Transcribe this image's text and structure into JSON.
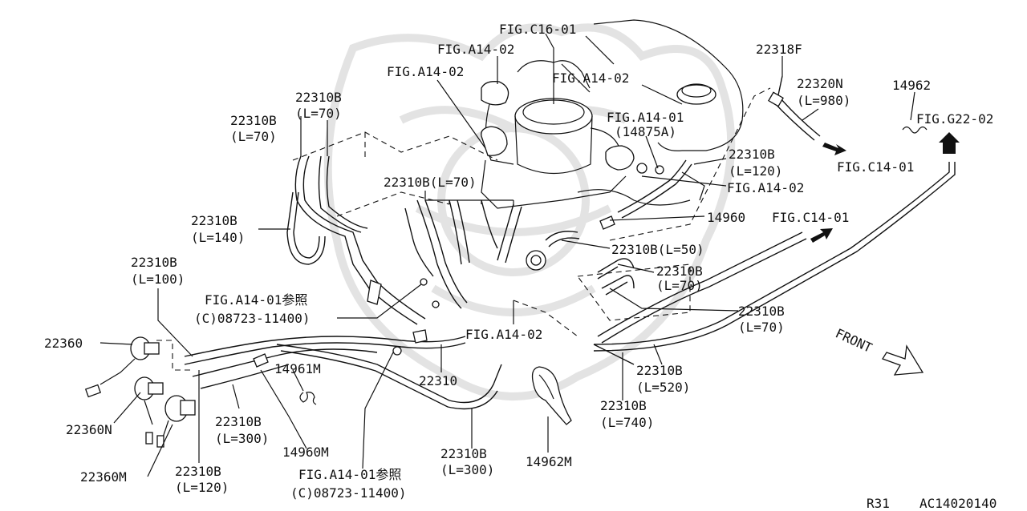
{
  "labels": {
    "fig_c16_01": "FIG.C16-01",
    "fig_a14_02_a": "FIG.A14-02",
    "fig_a14_02_b": "FIG.A14-02",
    "fig_a14_02_c": "FIG.A14-02",
    "fig_a14_01": "FIG.A14-01",
    "p14875a": "(14875A)",
    "p22318f": "22318F",
    "p22320n": "22320N",
    "l980": "(L=980)",
    "p14962": "14962",
    "fig_g22_02": "FIG.G22-02",
    "fig_c14_01_a": "FIG.C14-01",
    "p22310b_l120_top": "22310B",
    "l120_top": "(L=120)",
    "fig_a14_02_d": "FIG.A14-02",
    "p14960": "14960",
    "fig_c14_01_b": "FIG.C14-01",
    "p22310b_l50": "22310B(L=50)",
    "p22310b_l70_r1": "22310B",
    "l70_r1": "(L=70)",
    "p22310b_l70_r2": "22310B",
    "l70_r2": "(L=70)",
    "p22310b_l70_a": "22310B",
    "l70_a": "(L=70)",
    "p22310b_l70_b": "22310B",
    "l70_b": "(L=70)",
    "p22310b_l70_c": "22310B(L=70)",
    "p22310b_l140": "22310B",
    "l140": "(L=140)",
    "p22310b_l100": "22310B",
    "l100": "(L=100)",
    "fig_a14_01_ref_a": "FIG.A14-01参照",
    "ref_08723_a": "(C)08723-11400)",
    "fig_a14_02_e": "FIG.A14-02",
    "p22360": "22360",
    "p14961m": "14961M",
    "p22310": "22310",
    "p22310b_l520": "22310B",
    "l520": "(L=520)",
    "p22310b_l740": "22310B",
    "l740": "(L=740)",
    "p22360n": "22360N",
    "p22310b_l300_a": "22310B",
    "l300_a": "(L=300)",
    "p14960m": "14960M",
    "p22360m": "22360M",
    "p22310b_l120": "22310B",
    "l120": "(L=120)",
    "fig_a14_01_ref_b": "FIG.A14-01参照",
    "ref_08723_b": "(C)08723-11400)",
    "p22310b_l300_b": "22310B",
    "l300_b": "(L=300)",
    "p14962m": "14962M",
    "front": "FRONT",
    "r31": "R31",
    "code": "AC14020140"
  },
  "colors": {
    "ink": "#111111",
    "watermark": "#e3e3e3",
    "background": "#ffffff"
  }
}
